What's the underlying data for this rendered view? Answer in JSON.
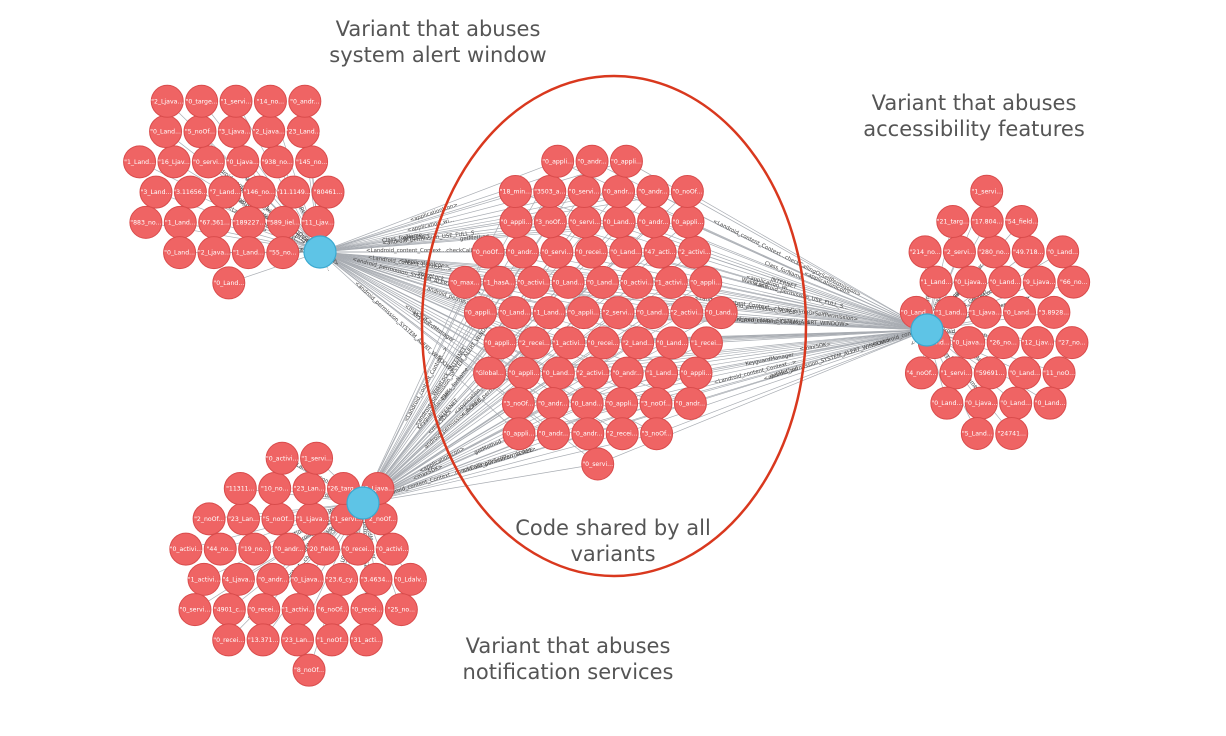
{
  "captions": {
    "alert_line1": "Variant that abuses",
    "alert_line2": "system alert window",
    "access_line1": "Variant that abuses",
    "access_line2": "accessibility features",
    "notify_line1": "Variant that abuses",
    "notify_line2": "notification services",
    "shared_line1": "Code shared by all",
    "shared_line2": "variants"
  },
  "colors": {
    "node_fill": "#ef6464",
    "node_stroke": "#d94c4c",
    "hub_fill": "#5ec4e6",
    "hub_stroke": "#3aa9d0",
    "edge": "#a9adb3",
    "ellipse": "#d9381e",
    "caption": "#555555"
  },
  "edge_labels": [
    "<android_permission_SYSTEM_ALERT_WINDOW>",
    "<Landroid_content_Context...checkCallingOrSelfPermission>",
    "<Landroid_content_Context...>",
    "<android_permission_USE_FULL_S...",
    "android_permission_SCREE...",
    "INTERNET",
    "<maxSDK>",
    "<application_wi...",
    "KeyguardManager",
    "Class_forName",
    "getMethod",
    "WakeLock",
    "<applicationIcon>"
  ],
  "clusters": {
    "alert": {
      "hub_name": "hub-alert",
      "nodes": [
        "\"7_Land...",
        "\"0_Ljava...",
        "\"146_no...",
        "\"0_servi...",
        "\"938_no...",
        "\"189227...",
        "\"3.11656...",
        "\"67.361...",
        "\"3_Ljava...",
        "\"11.1149...",
        "\"2_Ljava...",
        "\"5_noOf...",
        "\"16_Ljav...",
        "\"589_Iiel...",
        "\"1_Land...",
        "\"1_Land...",
        "\"2_Ljava...",
        "\"145_no...",
        "\"3_Land...",
        "\"1_servi...",
        "\"23_Land...",
        "\"0_Land...",
        "\"0_targe...",
        "\"14_no...",
        "\"55_no...",
        "\"0_Land...",
        "\"80461...",
        "\"11_Ljav...",
        "\"1_Land...",
        "\"883_no...",
        "\"2_Ljava...",
        "\"0_Land...",
        "\"0_andr..."
      ]
    },
    "access": {
      "hub_name": "hub-access",
      "nodes": [
        "\"1_Ljava...",
        "\"26_no...",
        "\"0_Land...",
        "\"0_Land...",
        "\"0_Ljava...",
        "\"59691...",
        "\"0_Ljava...",
        "\"280_no...",
        "\"1_Land...",
        "\"12_Ljav...",
        "\"0_Land...",
        "\"9_Ljava...",
        "\"1_servi...",
        "\"49.718...",
        "\"0_Ljava...",
        "\"2_servi...",
        "\"0_Land...",
        "\"3.8928...",
        "\"0_Land...",
        "\"17.804...",
        "\"1_Land...",
        "\"54_field...",
        "\"0_Land...",
        "\"11_noO...",
        "\"24741...",
        "\"5_Land...",
        "\"21_targ...",
        "\"0_Land...",
        "\"27_no...",
        "\"0_Land...",
        "\"0_Land...",
        "\"4_noOf...",
        "\"66_no...",
        "\"214_no...",
        "\"1_servi..."
      ]
    },
    "notify": {
      "hub_name": "hub-notify",
      "nodes": [
        "\"0_andr...",
        "\"0_Ljava...",
        "\"20_field...",
        "\"0_andr...",
        "\"23.6_cy...",
        "\"19_no...",
        "\"1_Ljava...",
        "\"5_noOf...",
        "\"1_activi...",
        "\"0_recei...",
        "\"6_noOf...",
        "\"4_Ljava...",
        "\"1_servi...",
        "\"0_recei...",
        "\"23_Lan...",
        "\"3.4634...",
        "\"23_Lan...",
        "\"44_no...",
        "\"10_no...",
        "\"0_recei...",
        "\"23_Lan...",
        "\"4901_c...",
        "\"26_targ...",
        "\"0_activi...",
        "\"2_noOf...",
        "\"1_noOf...",
        "\"13.371...",
        "\"1_activi...",
        "\"11311...",
        "\"2_noOf...",
        "\"31_acti...",
        "\"2_Ljava...",
        "\"0_Ldalv...",
        "\"0_recei...",
        "\"1_servi...",
        "\"0_activi...",
        "\"0_activi...",
        "\"25_no...",
        "\"0_servi...",
        "\"8_noOf..."
      ]
    },
    "shared": {
      "nodes": [
        "\"0_appli...",
        "\"2_servi...",
        "\"0_Land...",
        "\"0_recei...",
        "\"0_Land...",
        "\"1_activi...",
        "\"0_activi...",
        "\"2_Land...",
        "\"1_Land...",
        "\"0_recei...",
        "\"0_Land...",
        "\"2_activi...",
        "\"0_Land...",
        "\"0_andr...",
        "\"0_servi...",
        "\"0_Land...",
        "\"0_activi...",
        "\"2_recei...",
        "\"1_activi...",
        "\"0_Land...",
        "\"0_servi...",
        "\"47_acti...",
        "\"0_Land...",
        "\"0_Land...",
        "\"1_Land...",
        "\"0_appli...",
        "\"0_Land...",
        "\"2_activi...",
        "\"3_noOf...",
        "\"0_andr...",
        "\"0_andr...",
        "\"0_appli...",
        "\"0_andr...",
        "\"3_noOf...",
        "\"1_hasA...",
        "\"0_appli...",
        "\"0_servi...",
        "\"0_andr...",
        "\"2_activi...",
        "\"0_appli...",
        "\"0_andr...",
        "\"2_recei...",
        "\"1_recei...",
        "\"0_appli...",
        "\"0_appli...",
        "\"3503_a...",
        "\"3_noOf...",
        "\"0_andr...",
        "\"0_appli...",
        "\"0_andr...",
        "\"0_appli...",
        "\"0_Land...",
        "\"0_andr...",
        "\"3_noOf...",
        "\"0_noOf...",
        "\"Global...",
        "\"0_andr...",
        "\"0_appli...",
        "\"18_min...",
        "\"0_servi...",
        "\"0_appli...",
        "\"0_noOf...",
        "\"0_appli...",
        "\"0_max..."
      ]
    }
  }
}
